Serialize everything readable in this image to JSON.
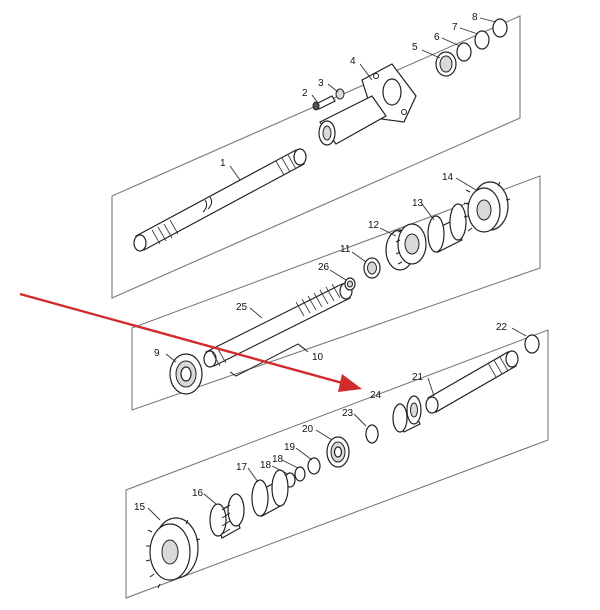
{
  "parts": [
    {
      "label": "1"
    },
    {
      "label": "2"
    },
    {
      "label": "3"
    },
    {
      "label": "4"
    },
    {
      "label": "5"
    },
    {
      "label": "6"
    },
    {
      "label": "7"
    },
    {
      "label": "8"
    },
    {
      "label": "9"
    },
    {
      "label": "10"
    },
    {
      "label": "11"
    },
    {
      "label": "12"
    },
    {
      "label": "13"
    },
    {
      "label": "14"
    },
    {
      "label": "15"
    },
    {
      "label": "16"
    },
    {
      "label": "17"
    },
    {
      "label": "18"
    },
    {
      "label": "18"
    },
    {
      "label": "19"
    },
    {
      "label": "20"
    },
    {
      "label": "21"
    },
    {
      "label": "22"
    },
    {
      "label": "23"
    },
    {
      "label": "24"
    },
    {
      "label": "25"
    },
    {
      "label": "26"
    }
  ],
  "colors": {
    "arrow": "#d12b2b",
    "ink": "#222222",
    "panel": "#7a7a7a"
  },
  "highlight": {
    "part_label": "24",
    "indicator": "red-arrow"
  }
}
